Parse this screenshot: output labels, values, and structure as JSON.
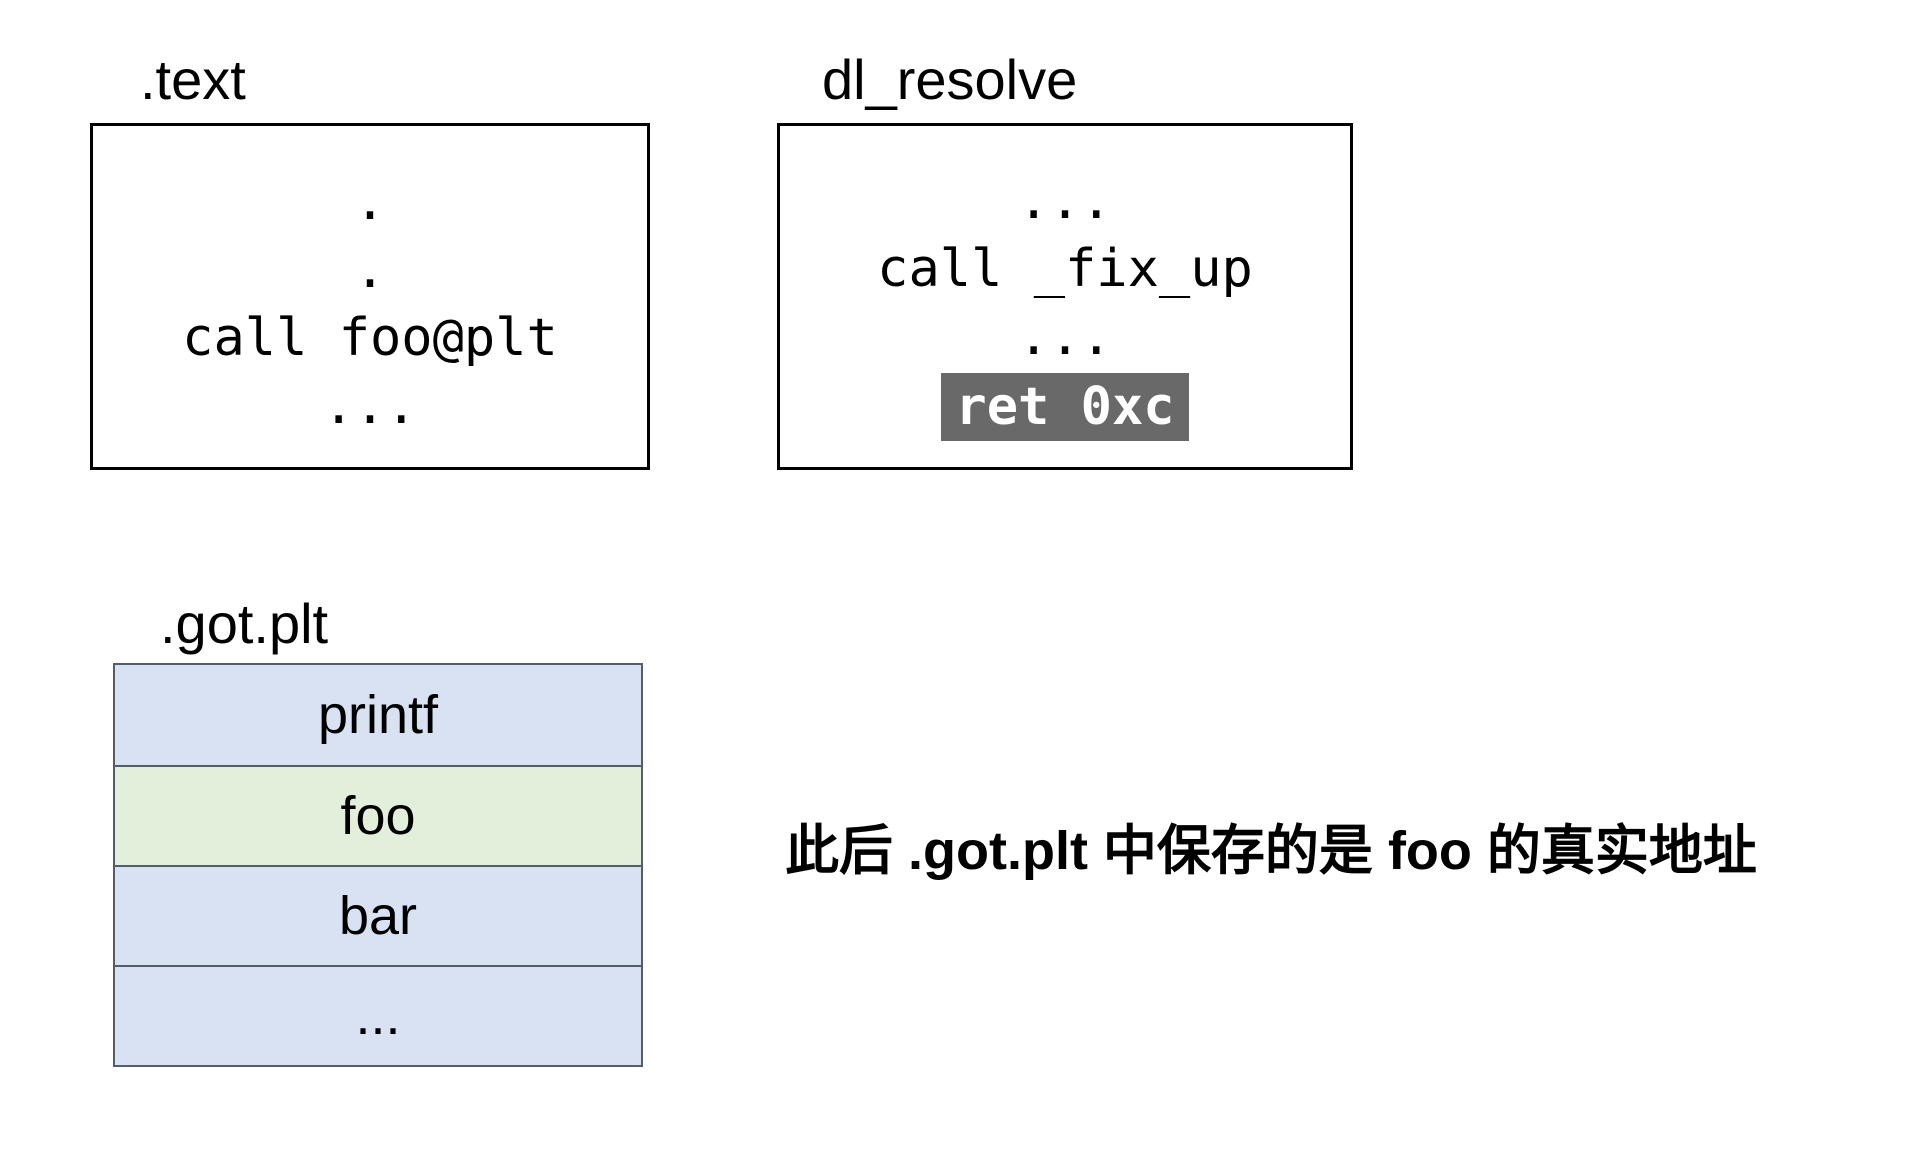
{
  "colors": {
    "row_blue": "#d9e2f3",
    "row_green": "#e2efda",
    "table_border": "#525f6b",
    "highlight_bg": "#696969",
    "highlight_fg": "#ffffff",
    "box_border": "#000000"
  },
  "text_section": {
    "label": ".text",
    "lines": [
      ".",
      ".",
      "call foo@plt",
      "..."
    ]
  },
  "dl_resolve_section": {
    "label": "dl_resolve",
    "lines": [
      "...",
      "call _fix_up",
      "..."
    ],
    "highlight_line": "ret 0xc"
  },
  "got_plt_section": {
    "label": ".got.plt",
    "rows": [
      {
        "label": "printf",
        "bg": "#d9e2f3"
      },
      {
        "label": "foo",
        "bg": "#e2efda"
      },
      {
        "label": "bar",
        "bg": "#d9e2f3"
      },
      {
        "label": "...",
        "bg": "#d9e2f3"
      }
    ]
  },
  "caption": "此后 .got.plt 中保存的是 foo 的真实地址"
}
